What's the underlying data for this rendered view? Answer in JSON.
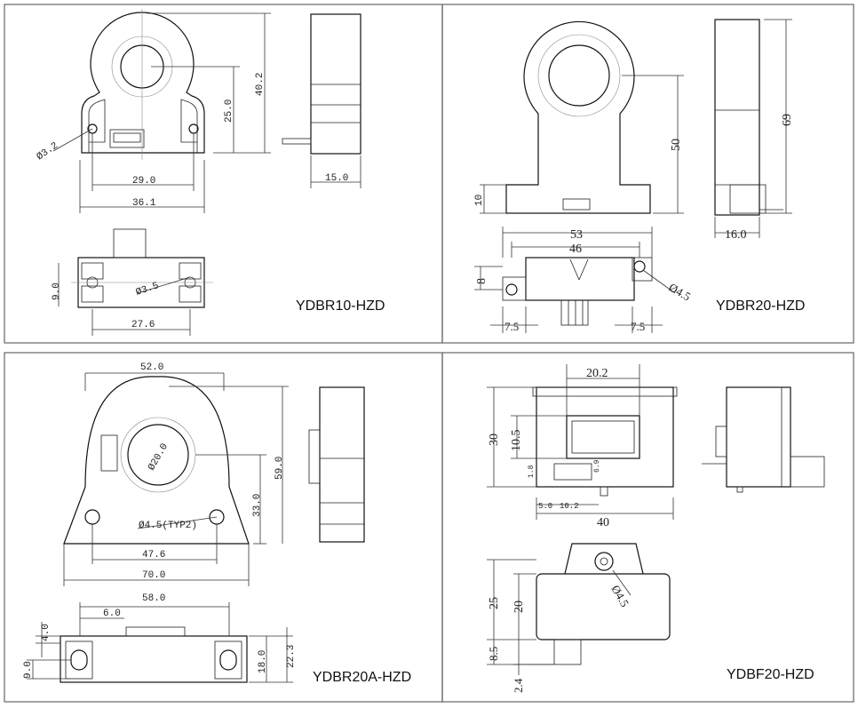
{
  "panels": {
    "tl": {
      "title": "YDBR10-HZD",
      "dims": {
        "d_hole": "Ø3.2",
        "h_total": "40.2",
        "h_center": "25.0",
        "w_holes": "29.0",
        "w_total": "36.1",
        "depth": "15.0",
        "h_bottom": "9.0",
        "d_hole2": "Ø3.5",
        "w_bottom": "27.6"
      }
    },
    "tr": {
      "title": "YDBR20-HZD",
      "dims": {
        "h_base": "10",
        "h_center": "50",
        "h_total": "69",
        "depth": "16.0",
        "w_total": "53",
        "w_holes": "46",
        "h_bottom": "8",
        "d_hole": "Ø4.5",
        "off_left": "7.5",
        "off_right": "7.5"
      }
    },
    "bl": {
      "title": "YDBR20A-HZD",
      "dims": {
        "w_top": "52.0",
        "d_inner": "Ø20.0",
        "h_center": "33.0",
        "h_total": "59.0",
        "d_hole": "Ø4.5(TYP2)",
        "w_holes": "47.6",
        "w_total": "70.0",
        "w_bottom": "58.0",
        "w_slot": "6.0",
        "h_slot": "4.0",
        "h_bottom": "18.0",
        "h_bottom_total": "22.3",
        "h_pin": "9.0"
      }
    },
    "br": {
      "title": "YDBF20-HZD",
      "dims": {
        "w_window": "20.2",
        "h_total": "30",
        "h_window": "10.5",
        "small_left": "1.8",
        "small_right": "6.9",
        "off_a": "5.0",
        "off_b": "10.2",
        "w_total": "40",
        "h_ext": "25",
        "h_body": "20",
        "d_hole": "Ø4.5",
        "h_b1": "8.5",
        "h_b2": "2.4"
      }
    }
  }
}
